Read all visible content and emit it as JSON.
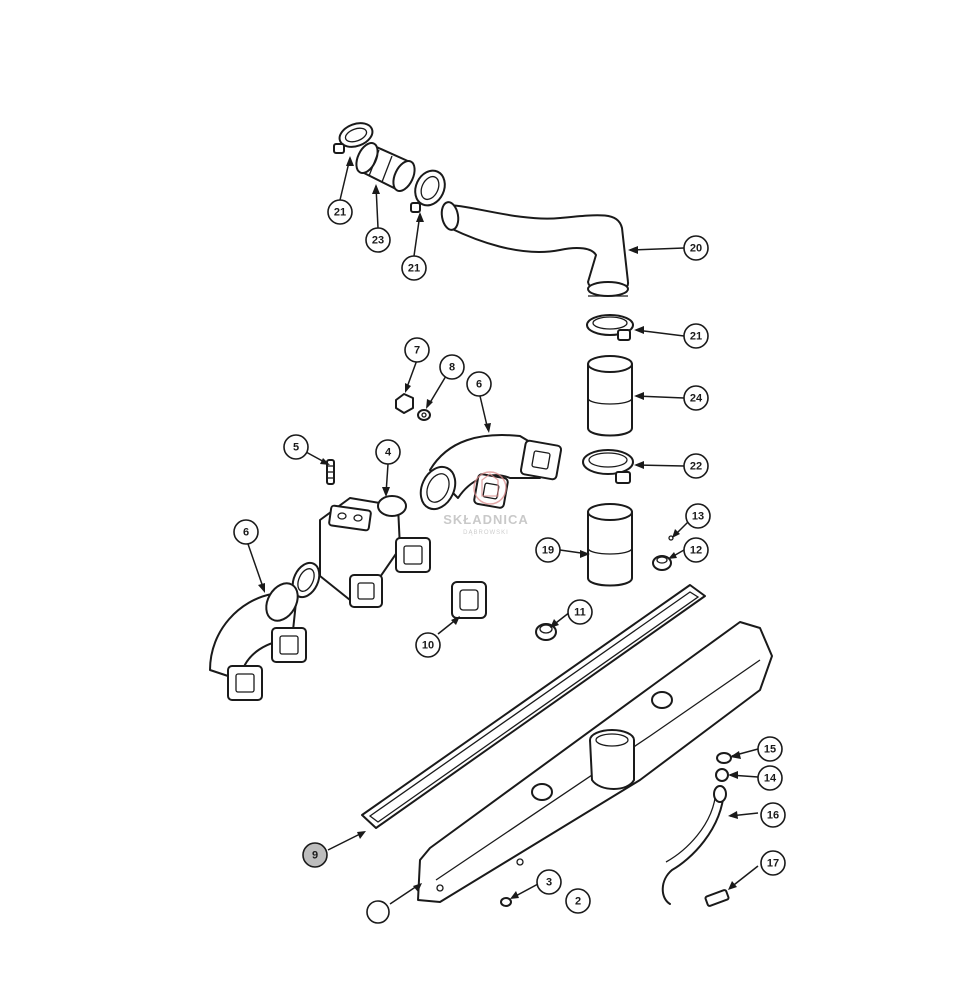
{
  "callouts": [
    {
      "id": "21a",
      "label": "21"
    },
    {
      "id": "23",
      "label": "23"
    },
    {
      "id": "21b",
      "label": "21"
    },
    {
      "id": "20",
      "label": "20"
    },
    {
      "id": "21c",
      "label": "21"
    },
    {
      "id": "24",
      "label": "24"
    },
    {
      "id": "22",
      "label": "22"
    },
    {
      "id": "7",
      "label": "7"
    },
    {
      "id": "8",
      "label": "8"
    },
    {
      "id": "6a",
      "label": "6"
    },
    {
      "id": "5",
      "label": "5"
    },
    {
      "id": "4",
      "label": "4"
    },
    {
      "id": "6b",
      "label": "6"
    },
    {
      "id": "13",
      "label": "13"
    },
    {
      "id": "12",
      "label": "12"
    },
    {
      "id": "19",
      "label": "19"
    },
    {
      "id": "11",
      "label": "11"
    },
    {
      "id": "10",
      "label": "10"
    },
    {
      "id": "15",
      "label": "15"
    },
    {
      "id": "14",
      "label": "14"
    },
    {
      "id": "16",
      "label": "16"
    },
    {
      "id": "9",
      "label": "9",
      "highlighted": true
    },
    {
      "id": "17",
      "label": "17"
    },
    {
      "id": "3",
      "label": "3"
    },
    {
      "id": "2",
      "label": "2"
    }
  ],
  "watermark": {
    "brand": "SKŁADNICA",
    "sub": "DĄBROWSKI"
  },
  "colors": {
    "line": "#1a1a1a",
    "highlight": "#bdbdbd",
    "watermark": "#b8b8b8"
  }
}
